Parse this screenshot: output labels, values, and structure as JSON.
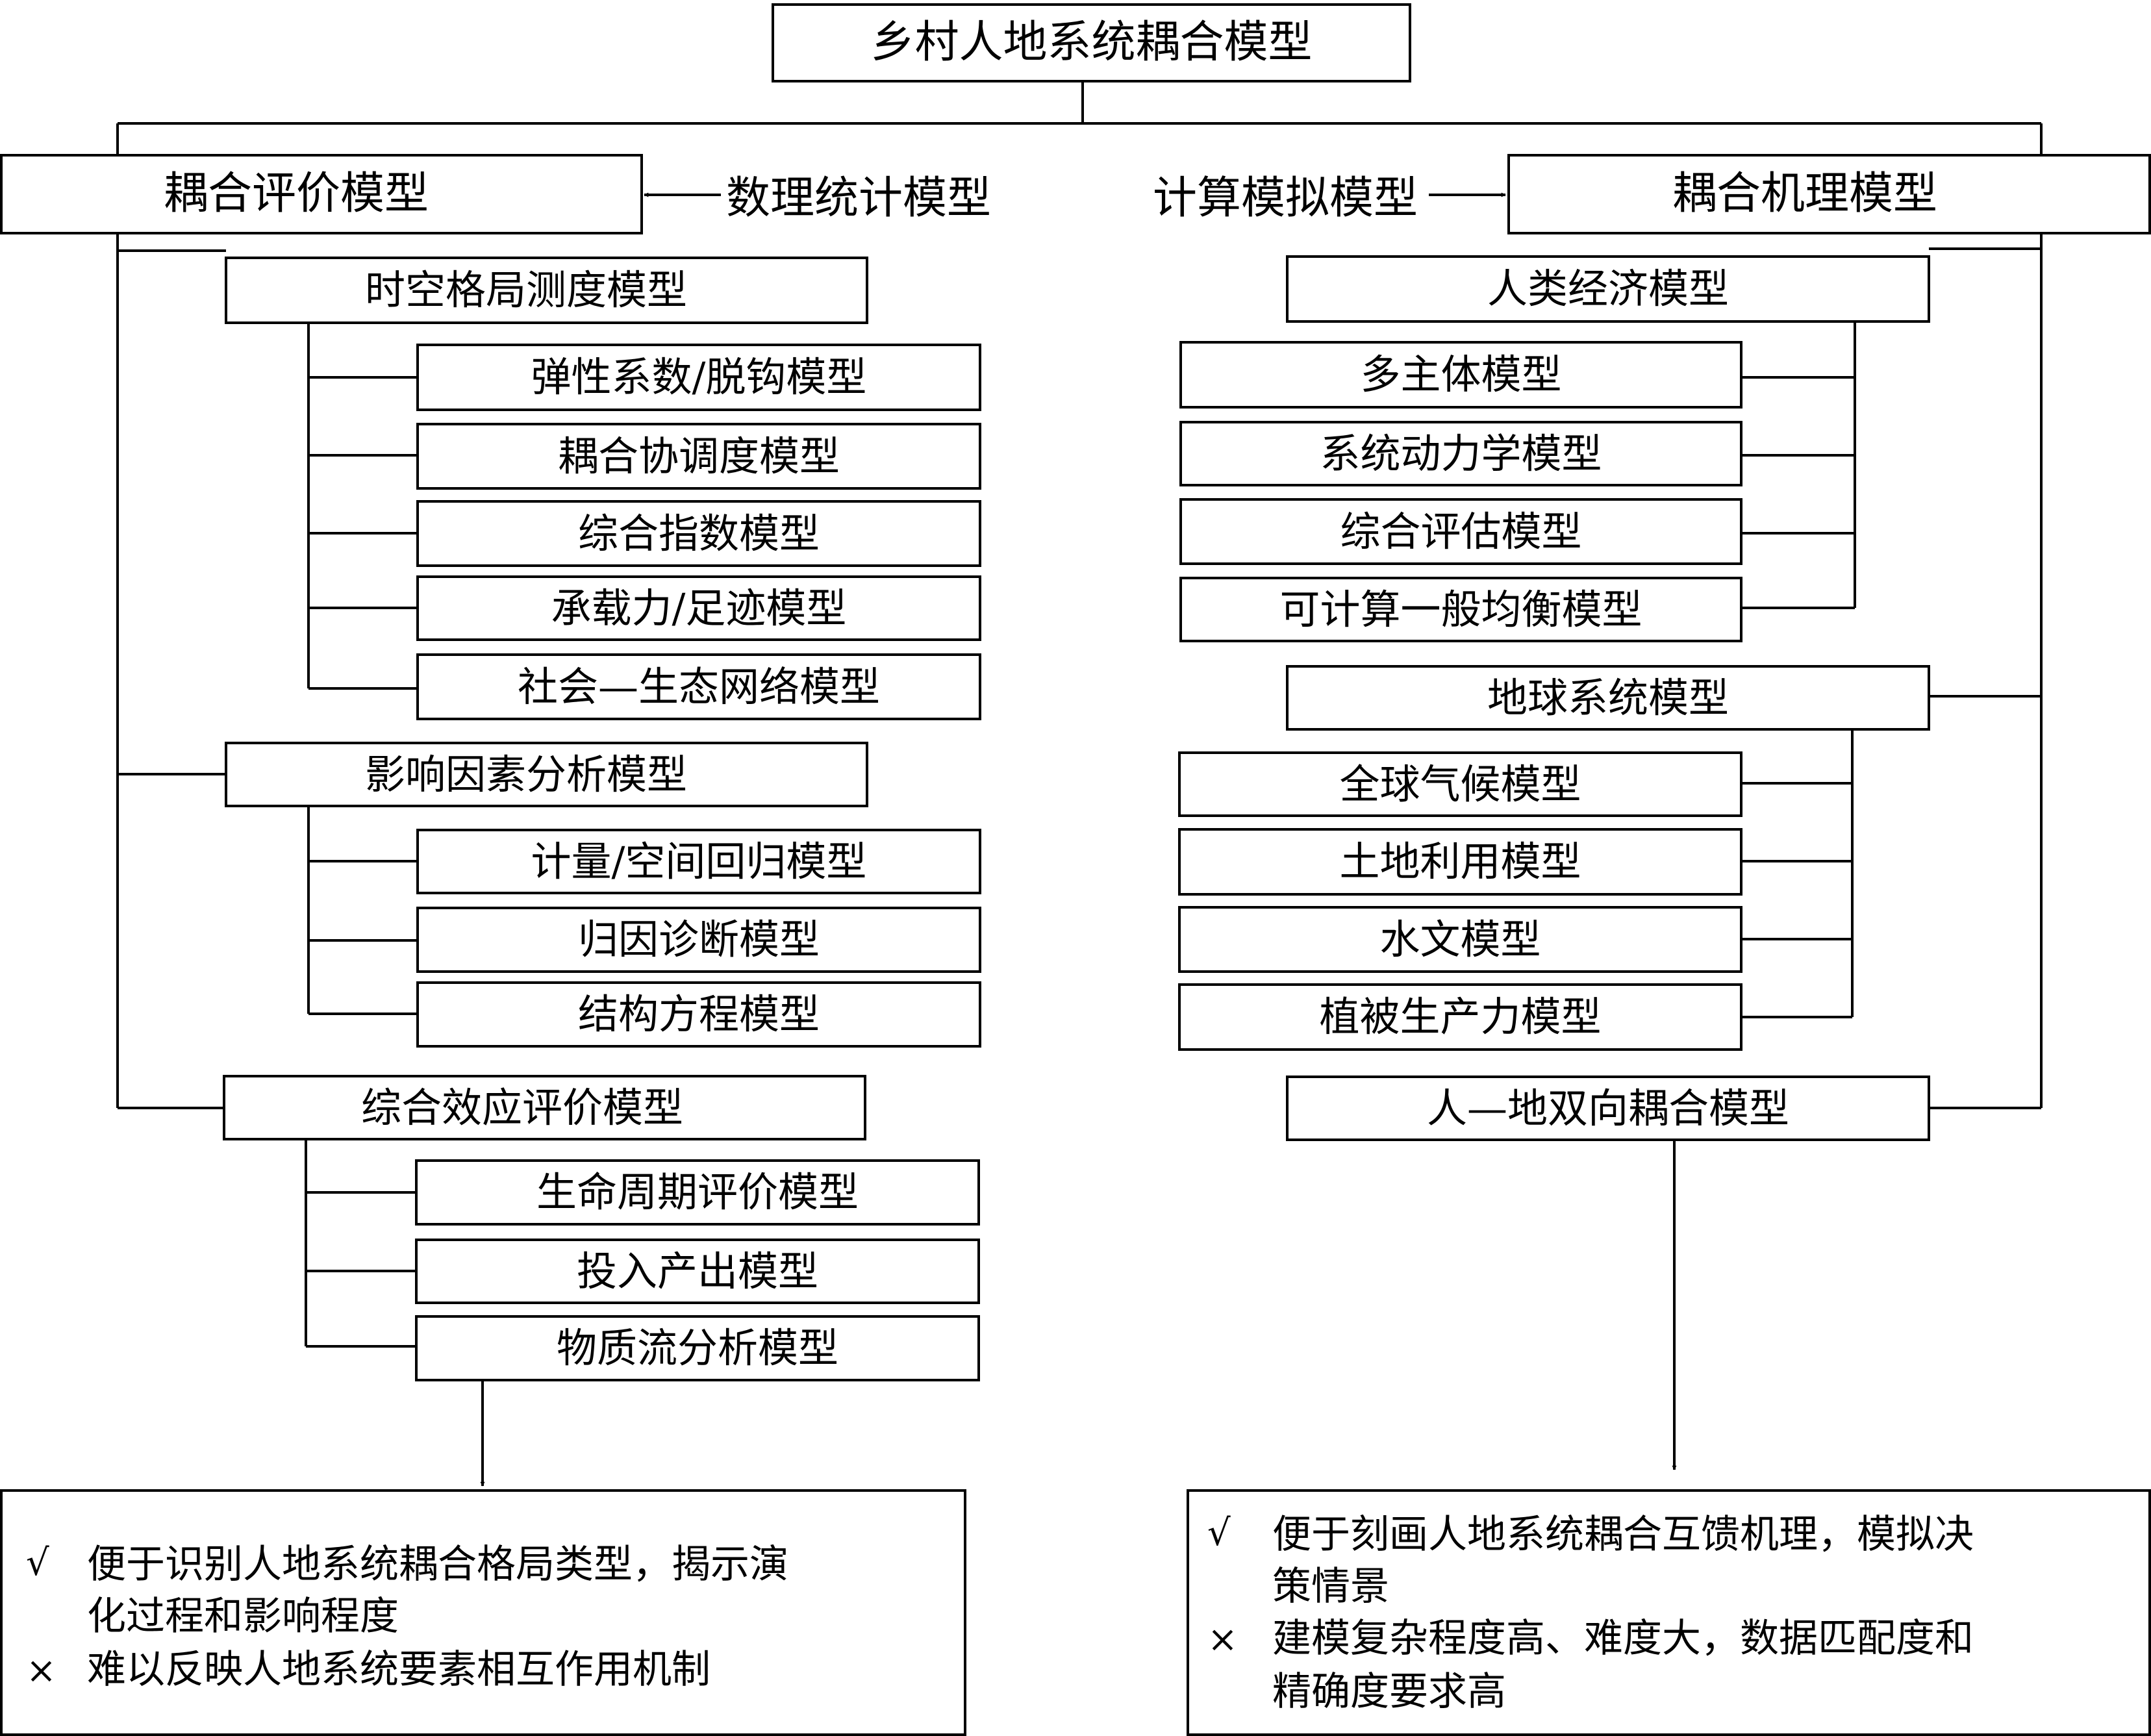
{
  "root": "乡村人地系统耦合模型",
  "left": {
    "title": "耦合评价模型",
    "method": "数理统计模型",
    "groups": [
      {
        "title": "时空格局测度模型",
        "items": [
          "弹性系数/脱钩模型",
          "耦合协调度模型",
          "综合指数模型",
          "承载力/足迹模型",
          "社会—生态网络模型"
        ]
      },
      {
        "title": "影响因素分析模型",
        "items": [
          "计量/空间回归模型",
          "归因诊断模型",
          "结构方程模型"
        ]
      },
      {
        "title": "综合效应评价模型",
        "items": [
          "生命周期评价模型",
          "投入产出模型",
          "物质流分析模型"
        ]
      }
    ],
    "notes": {
      "pro_mark": "√",
      "pro_line1": "便于识别人地系统耦合格局类型，揭示演",
      "pro_line2": "化过程和影响程度",
      "con_mark": "×",
      "con_line1": "难以反映人地系统要素相互作用机制"
    }
  },
  "right": {
    "title": "耦合机理模型",
    "method": "计算模拟模型",
    "groups": [
      {
        "title": "人类经济模型",
        "items": [
          "多主体模型",
          "系统动力学模型",
          "综合评估模型",
          "可计算一般均衡模型"
        ]
      },
      {
        "title": "地球系统模型",
        "items": [
          "全球气候模型",
          "土地利用模型",
          "水文模型",
          "植被生产力模型"
        ]
      },
      {
        "title": "人—地双向耦合模型",
        "items": []
      }
    ],
    "notes": {
      "pro_mark": "√",
      "pro_line1": "便于刻画人地系统耦合互馈机理，模拟决",
      "pro_line2": "策情景",
      "con_mark": "×",
      "con_line1": "建模复杂程度高、难度大，数据匹配度和",
      "con_line2": "精确度要求高"
    }
  }
}
